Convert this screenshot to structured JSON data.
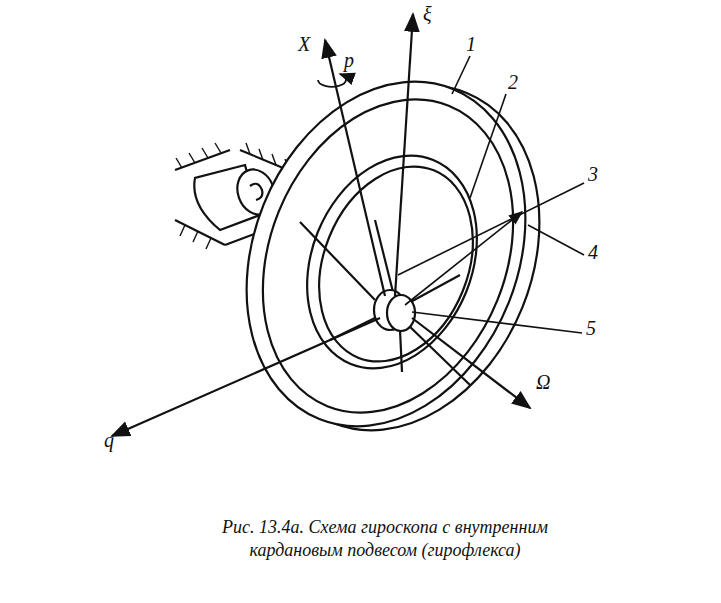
{
  "diagram": {
    "caption": "Рис. 13.4а. Схема гироскопа с внутренним кардановым подвесом (гирофлекса)",
    "labels": [
      "X",
      "p",
      "ξ",
      "1",
      "2",
      "3",
      "4",
      "5",
      "Ω",
      "q"
    ]
  }
}
